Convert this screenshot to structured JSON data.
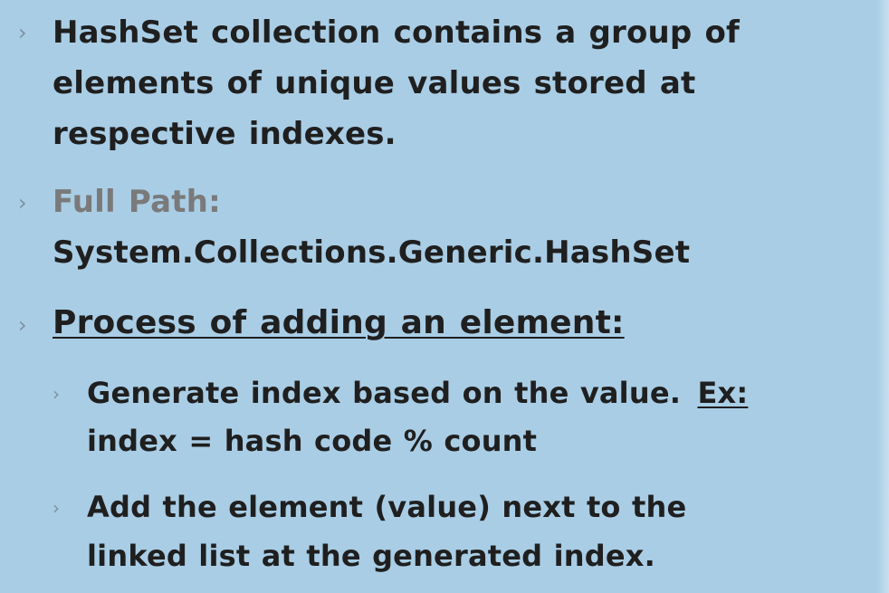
{
  "bullet_glyph": "›",
  "items": [
    {
      "lines": [
        "HashSet collection contains a group of",
        "elements of unique values stored at",
        "respective indexes."
      ]
    },
    {
      "lines": [
        "Full Path:",
        "System.Collections.Generic.HashSet"
      ]
    },
    {
      "lines": [
        "Process of adding an element:"
      ],
      "subitems": [
        {
          "lines": [
            "Generate index based on the value.",
            "Ex:",
            "index = hash code % count"
          ]
        },
        {
          "lines": [
            "Add the element (value) next to the",
            "linked list at the generated index."
          ]
        }
      ]
    }
  ],
  "colors": {
    "background": "#a9cde5",
    "text": "#1f1f1f",
    "muted_heading": "#7a7a7a",
    "bullet": "#7f8fa0"
  }
}
